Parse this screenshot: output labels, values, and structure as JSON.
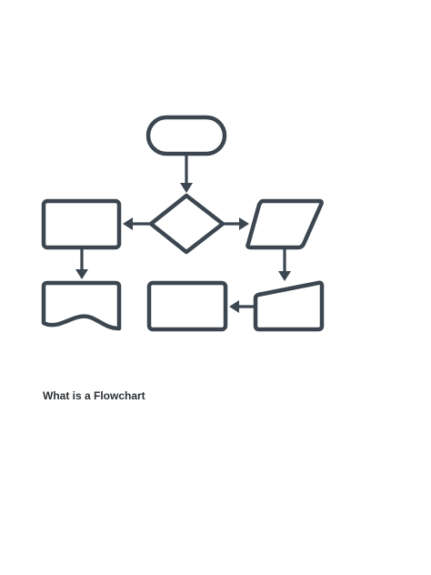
{
  "caption": "What is a Flowchart",
  "colors": {
    "stroke": "#3b4650",
    "caption_text": "#2b2f33",
    "background": "#ffffff"
  },
  "diagram": {
    "nodes": [
      {
        "id": "start",
        "shape": "terminator"
      },
      {
        "id": "decision",
        "shape": "decision"
      },
      {
        "id": "process-left",
        "shape": "process"
      },
      {
        "id": "data",
        "shape": "data"
      },
      {
        "id": "document",
        "shape": "document"
      },
      {
        "id": "manual-input",
        "shape": "manual-input"
      },
      {
        "id": "process-bottom",
        "shape": "process"
      }
    ],
    "edges": [
      {
        "from": "start",
        "to": "decision"
      },
      {
        "from": "decision",
        "to": "process-left"
      },
      {
        "from": "decision",
        "to": "data"
      },
      {
        "from": "process-left",
        "to": "document"
      },
      {
        "from": "data",
        "to": "manual-input"
      },
      {
        "from": "manual-input",
        "to": "process-bottom"
      }
    ]
  }
}
